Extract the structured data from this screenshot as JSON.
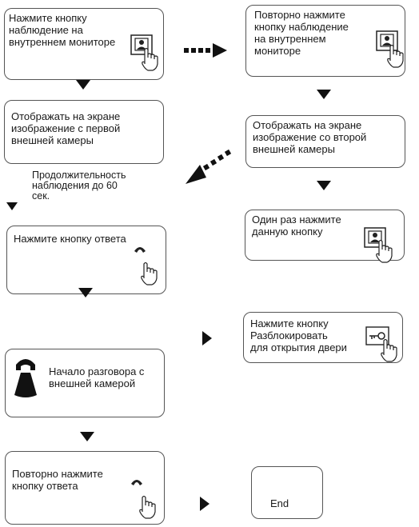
{
  "steps": {
    "s1": "Нажмите кнопку\nнаблюдение на\nвнутреннем мониторе",
    "s2": "Повторно нажмите\nкнопку наблюдение\nна внутреннем\nмониторе",
    "s3": "Отображать на экране\nизображение с первой\nвнешней камеры",
    "s4": "Отображать на экране\nизображение со второй\nвнешней камеры",
    "s5": "Один раз нажмите\nданную кнопку",
    "s6": "Нажмите кнопку ответа",
    "s7": "Нажмите кнопку\nРазблокировать\nдля открытия двери",
    "s8": "Начало разговора с\nвнешней камерой",
    "s9": "Повторно нажмите\nкнопку ответа",
    "end": "End"
  },
  "note": "Продолжительность\nнаблюдения до 60\nсек.",
  "icons": [
    "monitor-button-icon",
    "hand-pointer-icon",
    "handset-icon",
    "key-icon",
    "telephone-icon"
  ]
}
